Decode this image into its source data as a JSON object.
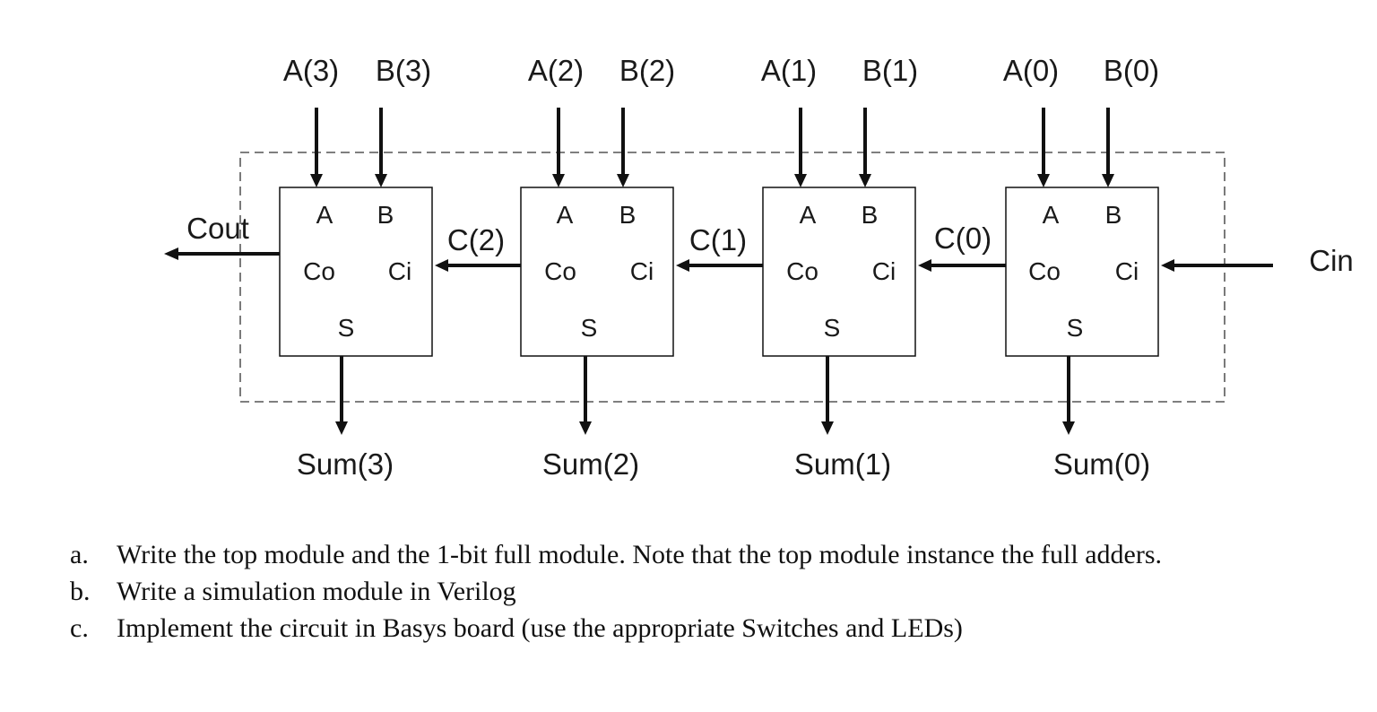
{
  "diagram": {
    "stages": [
      {
        "a_in": "A(3)",
        "b_in": "B(3)",
        "sum_out": "Sum(3)"
      },
      {
        "a_in": "A(2)",
        "b_in": "B(2)",
        "sum_out": "Sum(2)"
      },
      {
        "a_in": "A(1)",
        "b_in": "B(1)",
        "sum_out": "Sum(1)"
      },
      {
        "a_in": "A(0)",
        "b_in": "B(0)",
        "sum_out": "Sum(0)"
      }
    ],
    "port_labels": {
      "a": "A",
      "b": "B",
      "co": "Co",
      "ci": "Ci",
      "s": "S"
    },
    "carries": [
      "C(2)",
      "C(1)",
      "C(0)"
    ],
    "cout": "Cout",
    "cin": "Cin"
  },
  "tasks": [
    {
      "marker": "a.",
      "text": "Write the top module and the 1-bit full module. Note that the top module instance the full adders."
    },
    {
      "marker": "b.",
      "text": "Write a simulation module in Verilog"
    },
    {
      "marker": "c.",
      "text": "Implement the circuit in Basys board (use the appropriate Switches and LEDs)"
    }
  ]
}
